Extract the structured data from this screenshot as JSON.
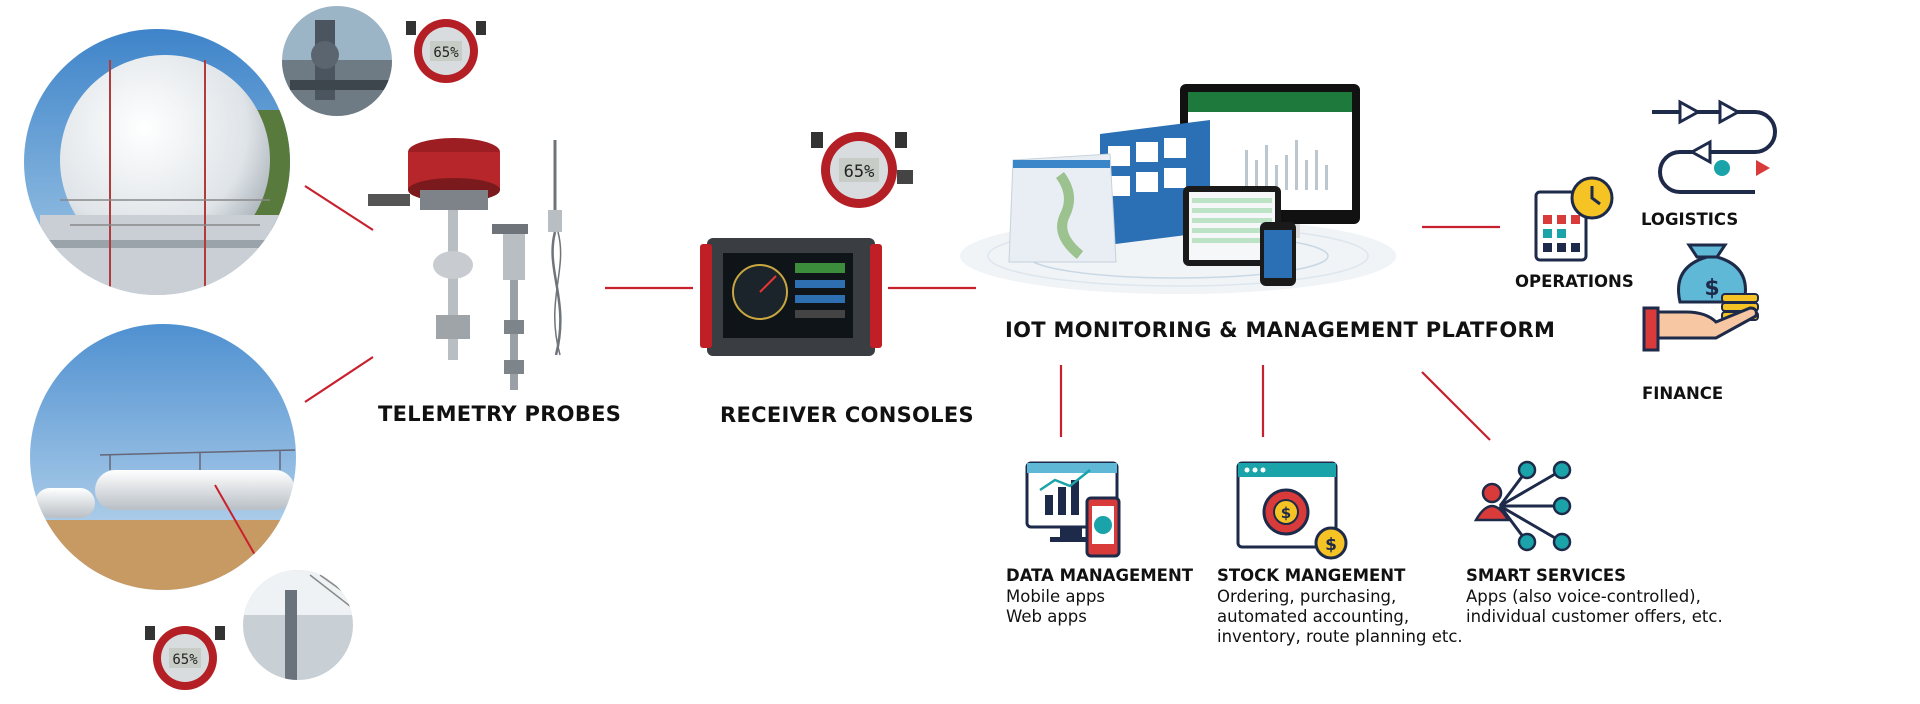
{
  "colors": {
    "accent_red": "#c8202e",
    "icon_navy": "#1e2a4a",
    "icon_teal": "#1aa3a8",
    "icon_yellow": "#f5c324",
    "icon_red": "#d93a3a"
  },
  "gauge_display": "65%",
  "nodes": {
    "telemetry": {
      "label": "TELEMETRY PROBES"
    },
    "receiver": {
      "label": "RECEIVER CONSOLES"
    },
    "platform": {
      "label": "IOT MONITORING & MANAGEMENT PLATFORM"
    },
    "operations": {
      "label": "OPERATIONS"
    },
    "logistics": {
      "label": "LOGISTICS"
    },
    "finance": {
      "label": "FINANCE"
    },
    "data_management": {
      "label": "DATA MANAGEMENT",
      "lines": [
        "Mobile apps",
        "Web apps"
      ]
    },
    "stock_management": {
      "label": "STOCK MANGEMENT",
      "lines": [
        "Ordering, purchasing,",
        "automated accounting,",
        "inventory, route planning etc."
      ]
    },
    "smart_services": {
      "label": "SMART SERVICES",
      "lines": [
        "Apps (also voice-controlled),",
        "individual customer offers, etc."
      ]
    }
  },
  "icons": [
    "spherical-tank-photo",
    "horizontal-tank-photo",
    "level-gauge",
    "probe",
    "receiver-console",
    "monitoring-dashboard",
    "operations-icon",
    "logistics-icon",
    "finance-icon",
    "data-management-icon",
    "stock-management-icon",
    "smart-services-icon"
  ]
}
